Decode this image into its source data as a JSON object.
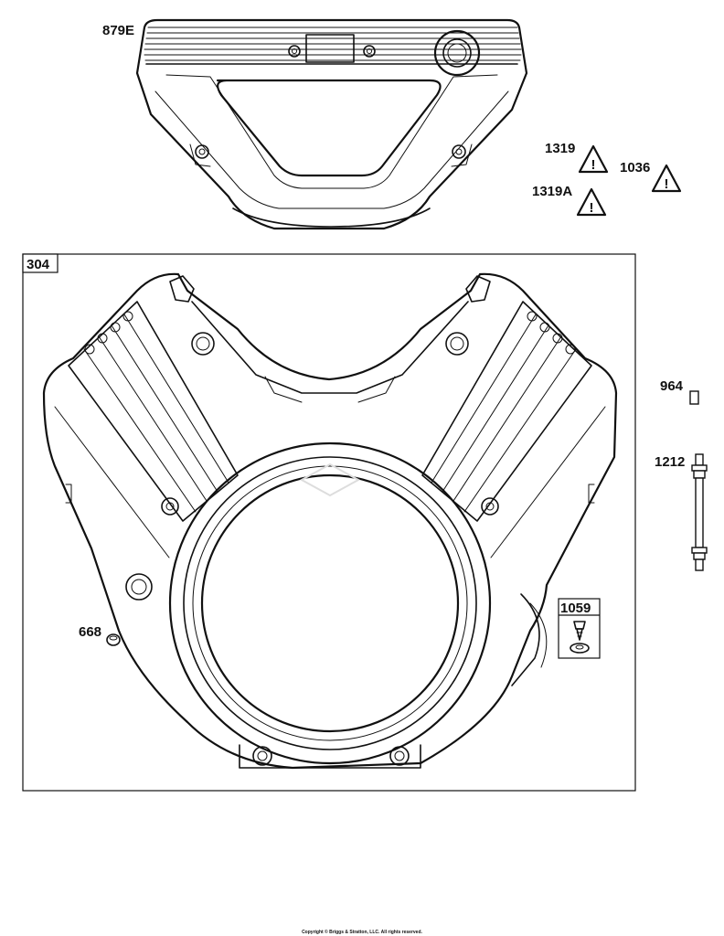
{
  "parts": {
    "top_cover": "879E",
    "warning_1319": "1319",
    "warning_1036": "1036",
    "warning_1319a": "1319A",
    "blower_housing": "304",
    "item_964": "964",
    "item_1212": "1212",
    "item_668": "668",
    "item_1059": "1059"
  },
  "warning_glyph": "!",
  "footer": {
    "copyright": "Copyright © Briggs & Stratton, LLC. All rights reserved."
  },
  "icons": [
    "warning-triangle-icon",
    "screw-icon",
    "washer-icon"
  ]
}
